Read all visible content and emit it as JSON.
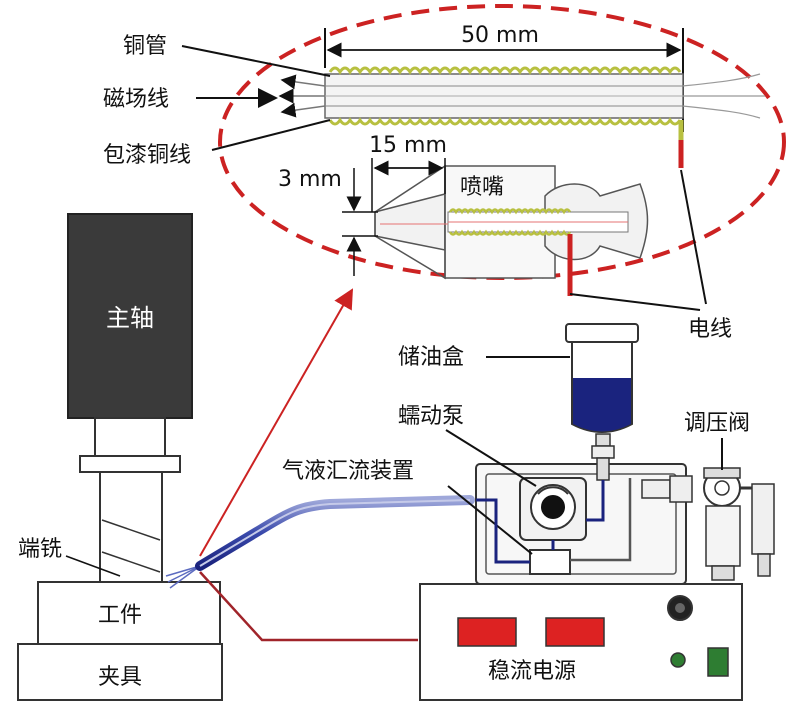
{
  "detail": {
    "dimension_length": "50 mm",
    "dimension_nozzle_len": "15 mm",
    "dimension_nozzle_dia": "3 mm",
    "label_copper_tube": "铜管",
    "label_field_lines": "磁场线",
    "label_coated_wire": "包漆铜线",
    "label_nozzle": "喷嘴",
    "label_wire": "电线"
  },
  "machine": {
    "label_spindle": "主轴",
    "label_end_mill": "端铣",
    "label_workpiece": "工件",
    "label_fixture": "夹具"
  },
  "system": {
    "label_oil_box": "储油盒",
    "label_pump": "蠕动泵",
    "label_mixer": "气液汇流装置",
    "label_regulator": "调压阀",
    "label_power_supply": "稳流电源"
  },
  "colors": {
    "dashed_ellipse": "#cc2222",
    "oil": "#1a237e",
    "spindle": "#3a3a3a",
    "display": "#dd2222",
    "coil": "#b8c040",
    "power_button": "#2e7d32"
  }
}
